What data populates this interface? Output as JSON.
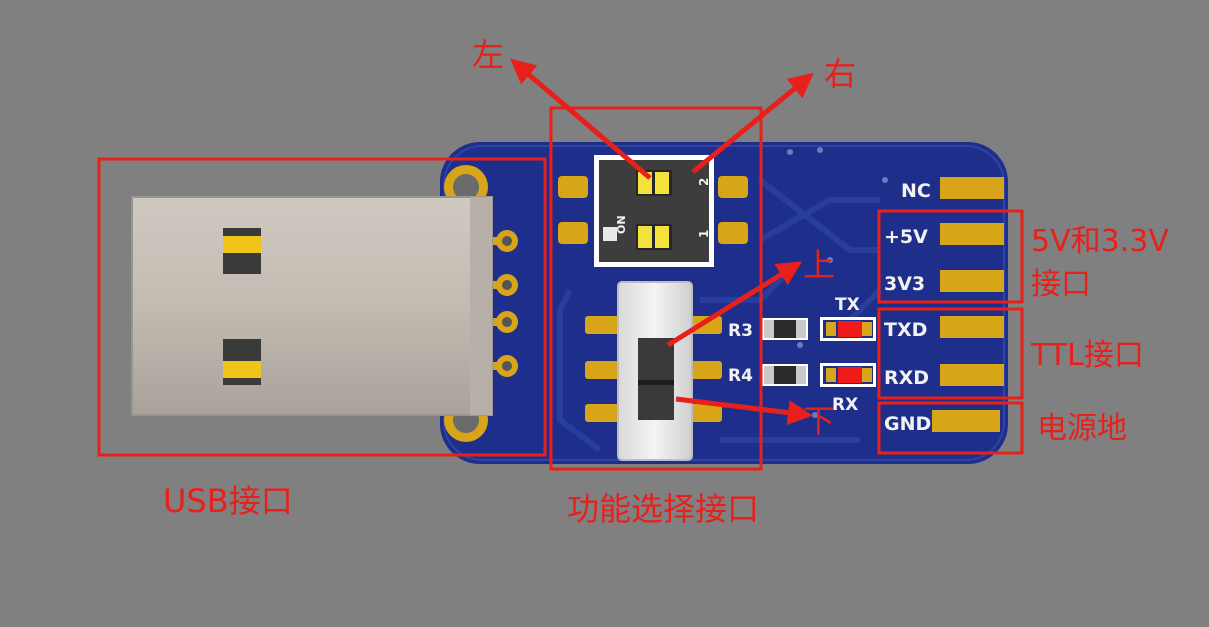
{
  "labels": {
    "usb": "USB接口",
    "function": "功能选择接口",
    "left": "左",
    "right": "右",
    "up": "上",
    "down": "下",
    "power_line1": "5V和3.3V",
    "power_line2": "接口",
    "ttl": "TTL接口",
    "ground": "电源地"
  },
  "silkscreen": {
    "nc": "NC",
    "plus5v": "+5V",
    "v3v3": "3V3",
    "txd": "TXD",
    "rxd": "RXD",
    "gnd": "GND",
    "tx": "TX",
    "rx": "RX",
    "r3": "R3",
    "r4": "R4",
    "dip_on": "ON",
    "dip_1": "1",
    "dip_2": "2"
  },
  "colors": {
    "background": "#808080",
    "pcb": "#1d2f8a",
    "gold": "#d8a418",
    "annotation": "#e8201c",
    "led": "#ef1b1b"
  }
}
